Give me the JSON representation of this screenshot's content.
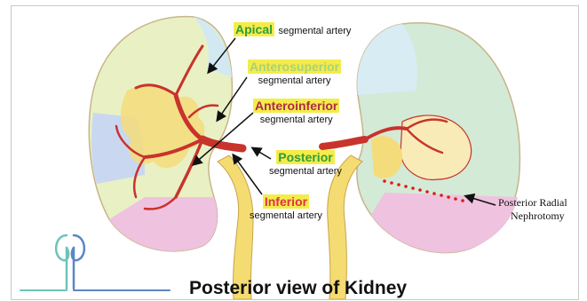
{
  "labels": {
    "apical": {
      "name": "Apical",
      "suffix": "segmental artery",
      "color": "#2e9e3a"
    },
    "anterosuperior": {
      "name": "Anterosuperior",
      "sub": "segmental artery",
      "color": "#a8d27a"
    },
    "anteroinferior": {
      "name": "Anteroinferior",
      "sub": "segmental artery",
      "color": "#b02a4a"
    },
    "posterior": {
      "name": "Posterior",
      "sub": "segmental artery",
      "color": "#2e9e3a"
    },
    "inferior": {
      "name": "Inferior",
      "sub": "segmental artery",
      "color": "#e0304a"
    },
    "nephrotomy": {
      "line1": "Posterior Radial",
      "line2": "Nephrotomy"
    }
  },
  "title": "Posterior view of Kidney",
  "colors": {
    "artery": "#c8332c",
    "ureter": "#f4dc72",
    "highlight": "#f4ec4a",
    "logo_teal": "#6cc4b8",
    "logo_blue": "#5b86c4",
    "incision": "#e01818"
  }
}
